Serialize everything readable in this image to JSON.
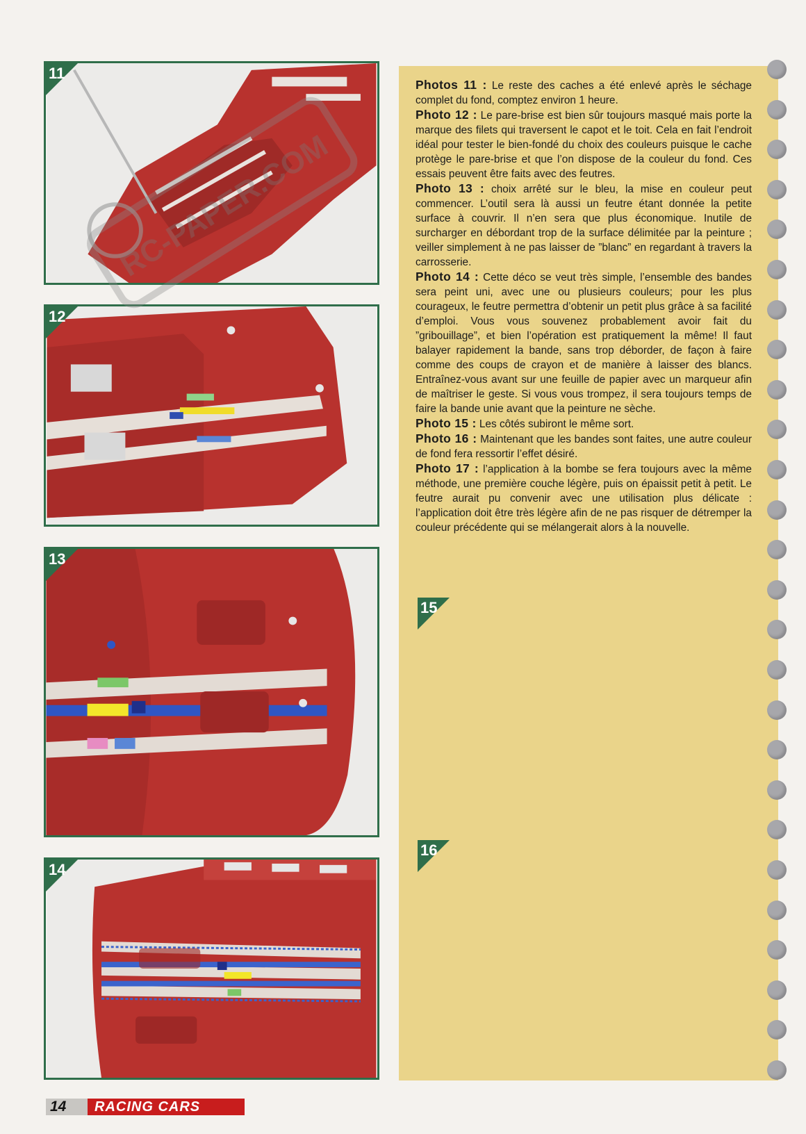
{
  "photos": [
    {
      "id": "11",
      "label": "11"
    },
    {
      "id": "12",
      "label": "12"
    },
    {
      "id": "13",
      "label": "13"
    },
    {
      "id": "14",
      "label": "14"
    },
    {
      "id": "15",
      "label": "15"
    },
    {
      "id": "16",
      "label": "16"
    }
  ],
  "article": [
    {
      "head": "Photos 11 :",
      "body": " Le reste des caches a été enlevé après le séchage complet du fond, comptez environ 1 heure."
    },
    {
      "head": "Photo 12 :",
      "body": " Le pare-brise est bien sûr toujours masqué mais porte la marque des filets qui traversent le capot et le toit. Cela en fait l’endroit idéal pour tester le bien-fondé du choix des couleurs puisque le cache protège le pare-brise et que l’on dispose de la couleur du fond. Ces essais peuvent être faits avec des feutres."
    },
    {
      "head": "Photo 13 :",
      "body": " choix arrêté sur le bleu, la mise en couleur peut commencer. L’outil sera là aussi un feutre étant donnée la petite surface à couvrir. Il n’en sera que plus économique. Inutile de surcharger en débordant trop de la surface délimitée par la peinture ; veiller simplement à ne pas laisser de ”blanc” en regardant à travers la carrosserie."
    },
    {
      "head": "Photo 14 :",
      "body": " Cette déco se veut très simple, l’ensemble des bandes sera peint uni, avec une ou plusieurs couleurs; pour les plus courageux, le feutre permettra d’obtenir un petit plus grâce à sa facilité d’emploi. Vous vous souvenez probablement avoir fait du ”gribouillage”, et bien l’opération est pratiquement la même! Il faut balayer rapidement la bande, sans trop déborder, de façon à faire comme des coups de crayon et de manière à laisser des blancs. Entraînez-vous avant sur une feuille de papier avec un marqueur afin de maîtriser le geste. Si vous vous trompez, il sera toujours temps de faire la bande unie avant que la peinture ne sèche."
    },
    {
      "head": "Photo 15 :",
      "body": " Les côtés subiront le même sort."
    },
    {
      "head": "Photo 16 :",
      "body": " Maintenant que les bandes sont faites, une autre couleur de fond fera ressortir l’effet désiré."
    },
    {
      "head": "Photo 17 :",
      "body": " l’application à la bombe se fera toujours avec la même méthode, une première couche légère, puis on épaissit petit à petit. Le feutre aurait pu convenir avec une utilisation plus délicate : l’application doit être très légère afin de ne pas risquer de détremper la couleur précédente qui se mélangerait alors à la nouvelle."
    }
  ],
  "footer": {
    "page_number": "14",
    "magazine": "RACING CARS"
  },
  "watermark": {
    "text": "RC-PAPER.COM"
  },
  "colors": {
    "frame": "#2f6e4a",
    "text_bg": "#ead48a",
    "body_red": "#b8322e",
    "brand_red": "#c81d1d"
  }
}
